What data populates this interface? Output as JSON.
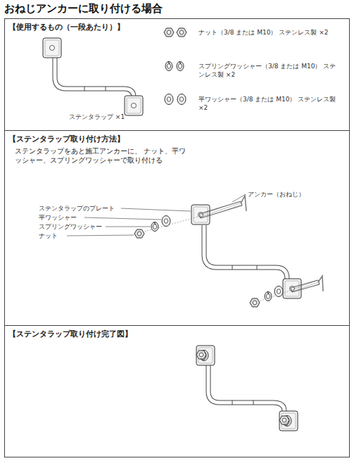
{
  "diagram": {
    "title": "おねじアンカーに取り付ける場合",
    "nodes": [
      {
        "text": [
          "【使用するもの（一段あたり）】"
        ]
      },
      {
        "text": [
          "【ステンタラップ取り付け方法】",
          "ステンタラップをあと施工アンカーに、 ナット、平ワッシャー、スプリングワッシャーで取り付ける"
        ]
      },
      {
        "text": [
          "【ステンタラップ取り付け完了図】"
        ]
      }
    ],
    "labels": [
      "ステンタラップ ×1",
      "ナット（3/8 または M10） ステンレス製 ×2",
      "スプリングワッシャー（3/8 または M10） ステンレス製 ×2",
      "平ワッシャー（3/8 または M10） ステンレス製 ×2",
      "アンカー（おねじ）",
      "ステンタラップのプレート",
      "平ワッシャー",
      "スプリングワッシャー",
      "ナット"
    ]
  }
}
